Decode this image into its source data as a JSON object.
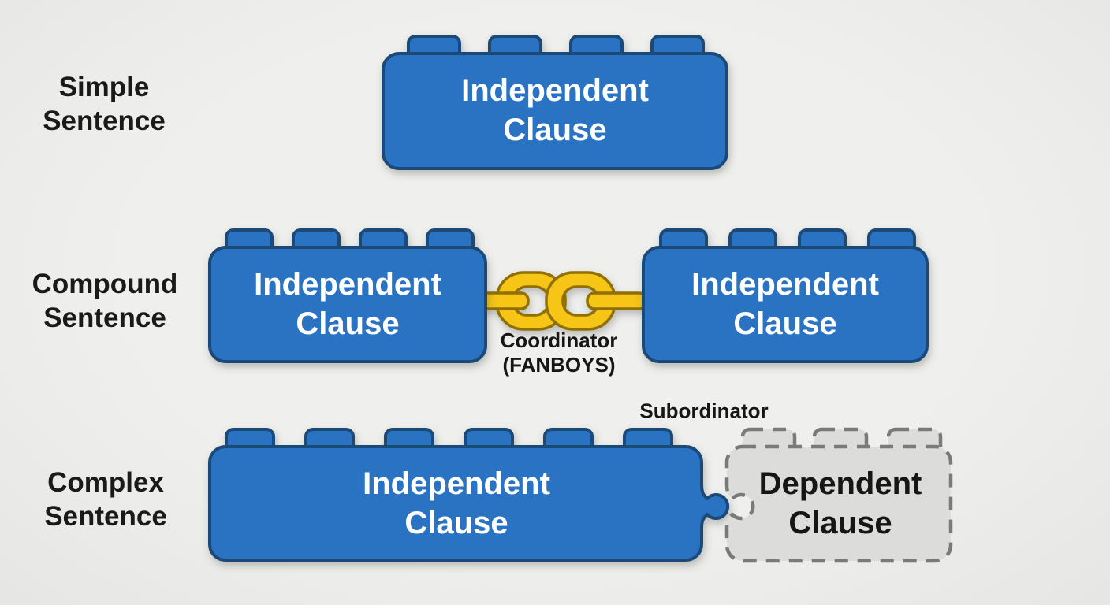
{
  "rows": [
    {
      "label": {
        "line1": "Simple",
        "line2": "Sentence"
      },
      "bricks": [
        {
          "type": "independent",
          "line1": "Independent",
          "line2": "Clause"
        }
      ]
    },
    {
      "label": {
        "line1": "Compound",
        "line2": "Sentence"
      },
      "bricks": [
        {
          "type": "independent",
          "line1": "Independent",
          "line2": "Clause"
        },
        {
          "type": "independent",
          "line1": "Independent",
          "line2": "Clause"
        }
      ],
      "connector": {
        "icon": "chain-links-icon",
        "line1": "Coordinator",
        "line2": "(FANBOYS)"
      }
    },
    {
      "label": {
        "line1": "Complex",
        "line2": "Sentence"
      },
      "bricks": [
        {
          "type": "independent",
          "line1": "Independent",
          "line2": "Clause"
        },
        {
          "type": "dependent",
          "line1": "Dependent",
          "line2": "Clause"
        }
      ],
      "connector": {
        "icon": "puzzle-tab-icon",
        "label": "Subordinator"
      }
    }
  ],
  "colors": {
    "background": "#ECECEA",
    "brick_blue_fill": "#2C73C3",
    "brick_blue_border": "#1B4A77",
    "brick_gray_fill": "#DCDCDB",
    "brick_gray_border": "#7A7A7A",
    "chain_yellow_fill": "#F6C517",
    "chain_yellow_border": "#8F6F04",
    "label_text": "#1A1A1A",
    "brick_text_light": "#FFFFFF",
    "brick_text_dark": "#161616"
  }
}
